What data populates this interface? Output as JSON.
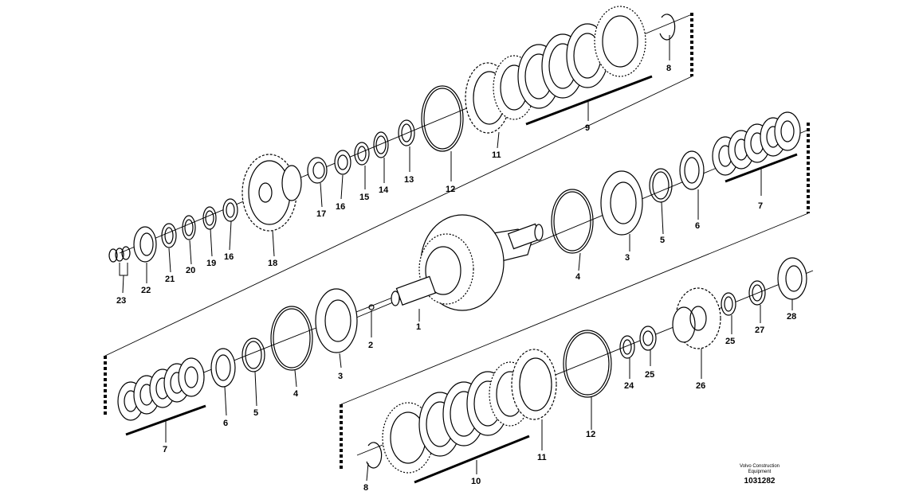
{
  "callouts": [
    {
      "id": "p1",
      "text": "1"
    },
    {
      "id": "p2",
      "text": "2"
    },
    {
      "id": "p3a",
      "text": "3"
    },
    {
      "id": "p3b",
      "text": "3"
    },
    {
      "id": "p4a",
      "text": "4"
    },
    {
      "id": "p4b",
      "text": "4"
    },
    {
      "id": "p5a",
      "text": "5"
    },
    {
      "id": "p5b",
      "text": "5"
    },
    {
      "id": "p6a",
      "text": "6"
    },
    {
      "id": "p6b",
      "text": "6"
    },
    {
      "id": "p7a",
      "text": "7"
    },
    {
      "id": "p7b",
      "text": "7"
    },
    {
      "id": "p8a",
      "text": "8"
    },
    {
      "id": "p8b",
      "text": "8"
    },
    {
      "id": "p9",
      "text": "9"
    },
    {
      "id": "p10",
      "text": "10"
    },
    {
      "id": "p11a",
      "text": "11"
    },
    {
      "id": "p11b",
      "text": "11"
    },
    {
      "id": "p12a",
      "text": "12"
    },
    {
      "id": "p12b",
      "text": "12"
    },
    {
      "id": "p13",
      "text": "13"
    },
    {
      "id": "p14",
      "text": "14"
    },
    {
      "id": "p15",
      "text": "15"
    },
    {
      "id": "p16a",
      "text": "16"
    },
    {
      "id": "p16b",
      "text": "16"
    },
    {
      "id": "p17",
      "text": "17"
    },
    {
      "id": "p18",
      "text": "18"
    },
    {
      "id": "p19",
      "text": "19"
    },
    {
      "id": "p20",
      "text": "20"
    },
    {
      "id": "p21",
      "text": "21"
    },
    {
      "id": "p22",
      "text": "22"
    },
    {
      "id": "p23",
      "text": "23"
    },
    {
      "id": "p24",
      "text": "24"
    },
    {
      "id": "p25a",
      "text": "25"
    },
    {
      "id": "p25b",
      "text": "25"
    },
    {
      "id": "p26",
      "text": "26"
    },
    {
      "id": "p27",
      "text": "27"
    },
    {
      "id": "p28",
      "text": "28"
    }
  ],
  "footer": {
    "company": "Volvo Construction Equipment",
    "doc_number": "1031282"
  }
}
